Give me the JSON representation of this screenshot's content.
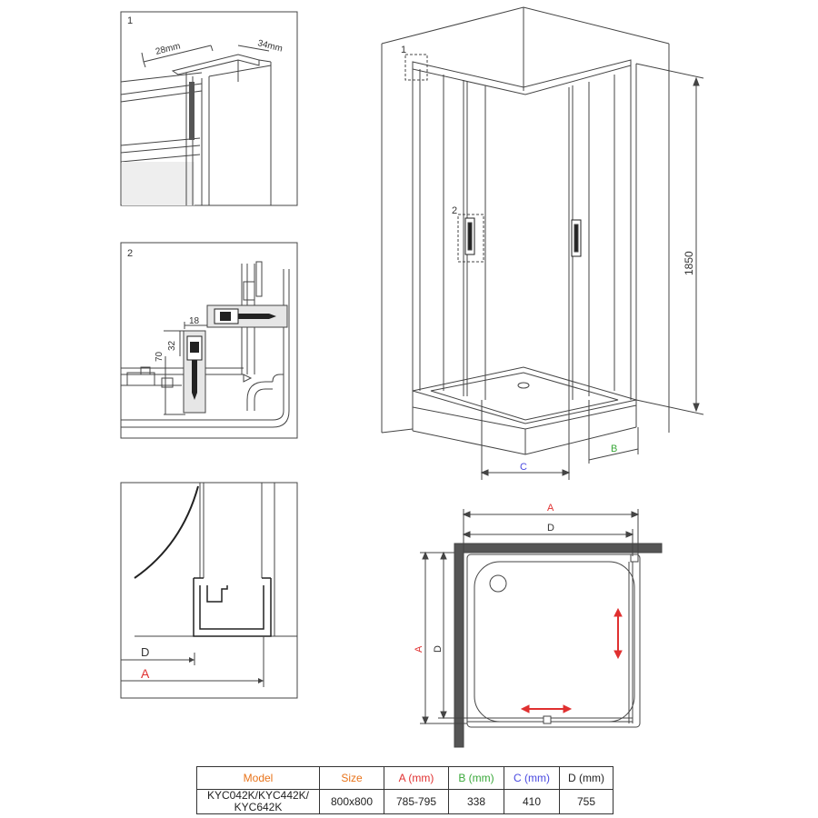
{
  "detail1": {
    "number": "1",
    "dim_28": "28mm",
    "dim_34": "34mm"
  },
  "detail2": {
    "number": "2",
    "dim_18": "18",
    "dim_32": "32",
    "dim_70": "70"
  },
  "detail3": {
    "label_d": "D",
    "label_a": "A"
  },
  "main_view": {
    "callout_1": "1",
    "callout_2": "2",
    "height": "1850",
    "label_b": "B",
    "label_c": "C"
  },
  "plan_view": {
    "label_a_top": "A",
    "label_d_top": "D",
    "label_a_side": "A",
    "label_d_side": "D"
  },
  "colors": {
    "red": "#e03030",
    "green": "#3aa83a",
    "blue": "#4a4ae0",
    "orange": "#e8731a",
    "black": "#222222"
  },
  "table": {
    "headers": {
      "model": "Model",
      "size": "Size",
      "a": "A (mm)",
      "b": "B (mm)",
      "c": "C (mm)",
      "d": "D (mm)"
    },
    "row": {
      "model_line1": "KYC042K/KYC442K/",
      "model_line2": "KYC642K",
      "size": "800x800",
      "a": "785-795",
      "b": "338",
      "c": "410",
      "d": "755"
    }
  }
}
